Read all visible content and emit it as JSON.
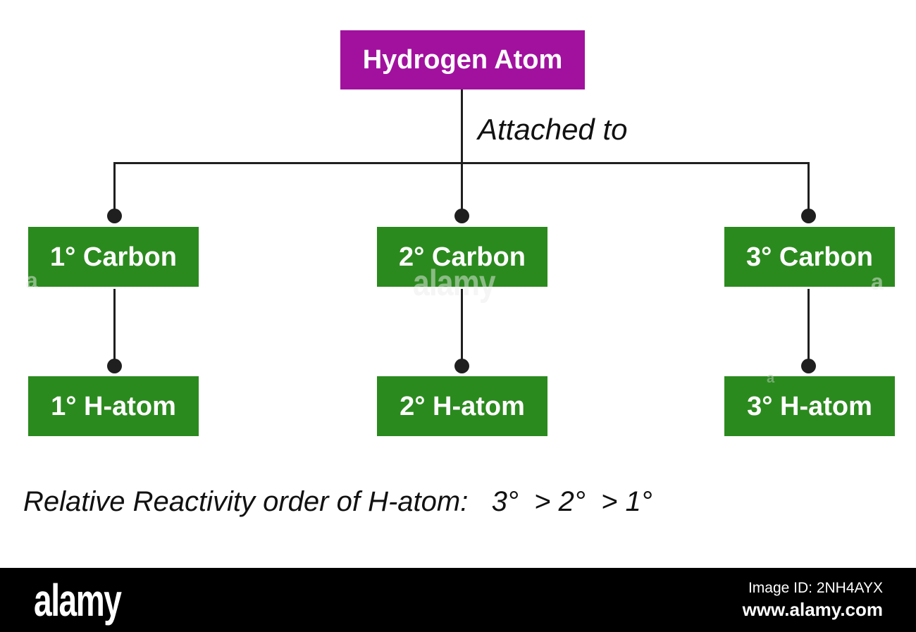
{
  "colors": {
    "root_bg": "#a1119e",
    "node_bg": "#2b8a1e",
    "line": "#1f1f1f",
    "footer_bg": "#000000",
    "text_light": "#ffffff",
    "text_dark": "#111111"
  },
  "diagram": {
    "root_label": "Hydrogen Atom",
    "edge_label": "Attached to",
    "level1": [
      {
        "label": "1° Carbon"
      },
      {
        "label": "2° Carbon"
      },
      {
        "label": "3° Carbon"
      }
    ],
    "level2": [
      {
        "label": "1° H-atom"
      },
      {
        "label": "2° H-atom"
      },
      {
        "label": "3° H-atom"
      }
    ],
    "note": "Relative Reactivity order of H-atom:   3°  > 2°  > 1°"
  },
  "watermarks": {
    "center": "alamy",
    "corner_left": "a",
    "corner_right": "a",
    "corner_small": "a"
  },
  "footer": {
    "logo": "alamy",
    "image_id": "Image ID: 2NH4AYX",
    "website": "www.alamy.com"
  }
}
